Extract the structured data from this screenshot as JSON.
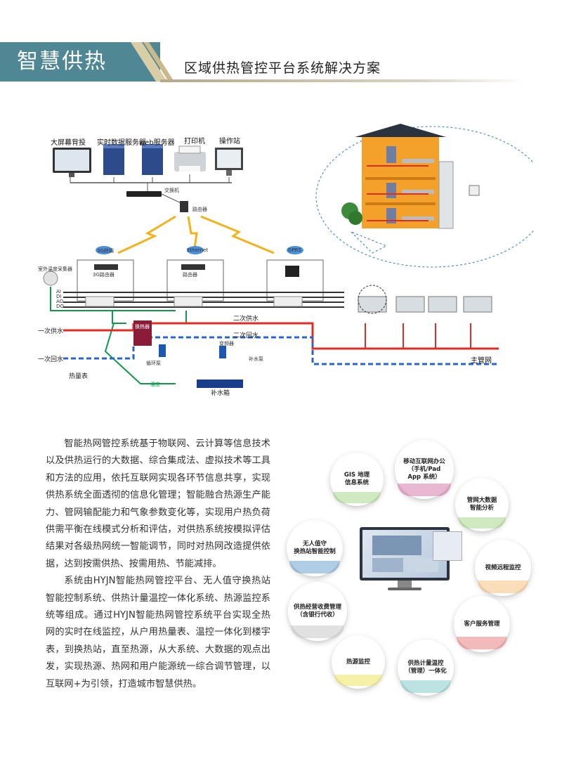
{
  "header": {
    "title": "智慧供热",
    "subtitle": "区域供热管控平台系统解决方案"
  },
  "diagram": {
    "devices": [
      "大屏幕背投",
      "实时数据服务器",
      "web服务器",
      "打印机",
      "操作站"
    ],
    "switch": "交换机",
    "router": "路由器",
    "outdoor_sensor": "室外温度采集器",
    "gateways": [
      "3G路由器",
      "路由器"
    ],
    "tags": [
      "3G终端",
      "Ethernet",
      "GPRS"
    ],
    "rows": [
      "AI",
      "DI",
      "AO",
      "DO"
    ],
    "pipes": {
      "primary_supply": "一次供水",
      "primary_return": "一次回水",
      "secondary_supply": "二次供水",
      "secondary_return": "二次回水",
      "main": "主管网"
    },
    "equipment": {
      "heat_exchanger": "换热器",
      "circ_pump": "循环泵",
      "heat_meter": "热量表",
      "vfd": "变频器",
      "makeup_pump": "补水泵",
      "tank": "补水箱",
      "temp": "温度"
    }
  },
  "body": {
    "para1": "智能热网管控系统基于物联网、云计算等信息技术以及供热运行的大数据、综合集成法、虚拟技术等工具和方法的应用，依托互联网实现各环节信息共享，实现供热系统全面透彻的信息化管理；智能融合热源生产能力、管网输配能力和气象参数变化等，实现用户热负荷供需平衡在线模式分析和评估，对供热系统按模拟评估结果对各级热网统一智能调节，同时对热网改造提供依据，达到按需供热、按需用热、节能减排。",
    "para2": "系统由HYJN智能热网管控平台、无人值守换热站智能控制系统、供热计量温控一体化系统、热源监控系统等组成。通过HYJN智能热网管控系统平台实现全热网的实时在线监控，从户用热量表、温控一体化到楼宇表，到换热站，直至热源，从大系统、大数据的观点出发，实现热源、热网和用户能源统一综合调节管理，以互联网+为引领，打造城市智慧供热。"
  },
  "functions": [
    {
      "label": "GIS 地理\n信息系统",
      "color": "#7cc14a"
    },
    {
      "label": "移动互联网办公\n（手机/Pad\nApp 系统）",
      "color": "#c0307a"
    },
    {
      "label": "管网大数据\n智能分析",
      "color": "#7cc14a"
    },
    {
      "label": "无人值守\n换热站智能控制",
      "color": "#1d6fb8"
    },
    {
      "label": "视频远程监控",
      "color": "#f0a13a"
    },
    {
      "label": "供热经营收费管理\n（含银行代收）",
      "color": "#bdbdbd"
    },
    {
      "label": "客户服务管理",
      "color": "#d93a3a"
    },
    {
      "label": "热源监控",
      "color": "#e8e040"
    },
    {
      "label": "供热计量温控\n（管理）一体化",
      "color": "#3cb0a8"
    }
  ]
}
